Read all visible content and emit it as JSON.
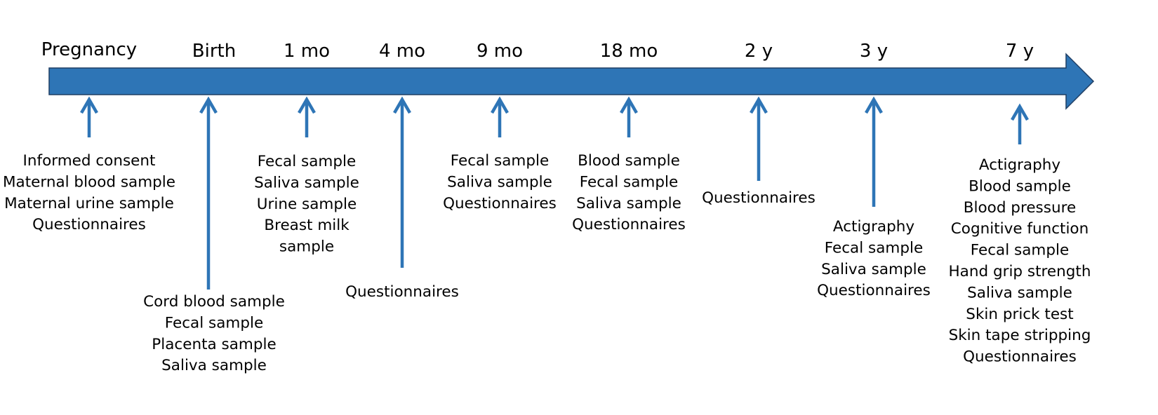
{
  "colors": {
    "timeline": "#2E75B6",
    "timeline_border": "#1F3E64",
    "arrows": "#2E75B6",
    "text": "#000000"
  },
  "milestones": [
    {
      "label": "Pregnancy",
      "items": [
        "Informed consent",
        "Maternal blood sample",
        "Maternal urine sample",
        "Questionnaires"
      ]
    },
    {
      "label": "Birth",
      "items": [
        "Cord blood sample",
        "Fecal sample",
        "Placenta sample",
        "Saliva sample"
      ]
    },
    {
      "label": "1 mo",
      "items": [
        "Fecal sample",
        "Saliva sample",
        "Urine sample",
        "Breast milk",
        "sample"
      ]
    },
    {
      "label": "4 mo",
      "items": [
        "Questionnaires"
      ]
    },
    {
      "label": "9 mo",
      "items": [
        "Fecal sample",
        "Saliva sample",
        "Questionnaires"
      ]
    },
    {
      "label": "18 mo",
      "items": [
        "Blood sample",
        "Fecal sample",
        "Saliva sample",
        "Questionnaires"
      ]
    },
    {
      "label": "2 y",
      "items": [
        "Questionnaires"
      ]
    },
    {
      "label": "3 y",
      "items": [
        "Actigraphy",
        "Fecal sample",
        "Saliva sample",
        "Questionnaires"
      ]
    },
    {
      "label": "7 y",
      "items": [
        "Actigraphy",
        "Blood sample",
        "Blood pressure",
        "Cognitive function",
        "Fecal sample",
        "Hand grip strength",
        "Saliva sample",
        "Skin prick test",
        "Skin tape stripping",
        "Questionnaires"
      ]
    }
  ]
}
